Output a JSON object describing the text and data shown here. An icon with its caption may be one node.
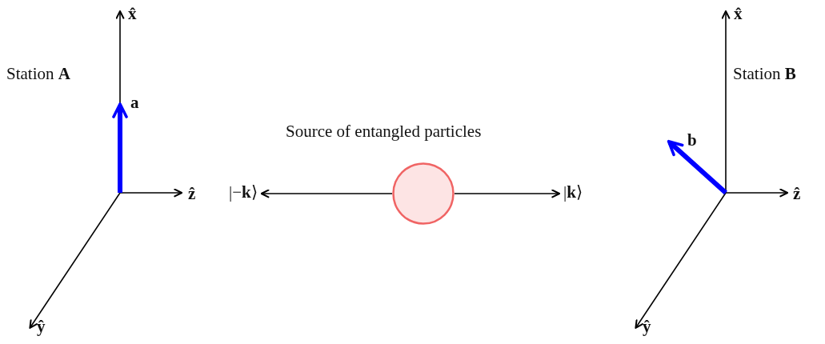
{
  "diagram": {
    "nodes": [
      {
        "text": [],
        "shape": "circle"
      },
      {
        "text": [
          "|−**k**⟩"
        ]
      },
      {
        "text": [
          "|**k**⟩"
        ]
      }
    ],
    "edges": [
      {
        "from": 0,
        "to": 1,
        "arrow": "to"
      },
      {
        "from": 0,
        "to": 2,
        "arrow": "to"
      }
    ],
    "labels": [
      "x̂",
      "x̂",
      "Station **A**",
      "Station **B**",
      "a",
      "Source of entangled particles",
      "b",
      "ẑ",
      "ẑ",
      "ŷ",
      "ŷ"
    ]
  }
}
